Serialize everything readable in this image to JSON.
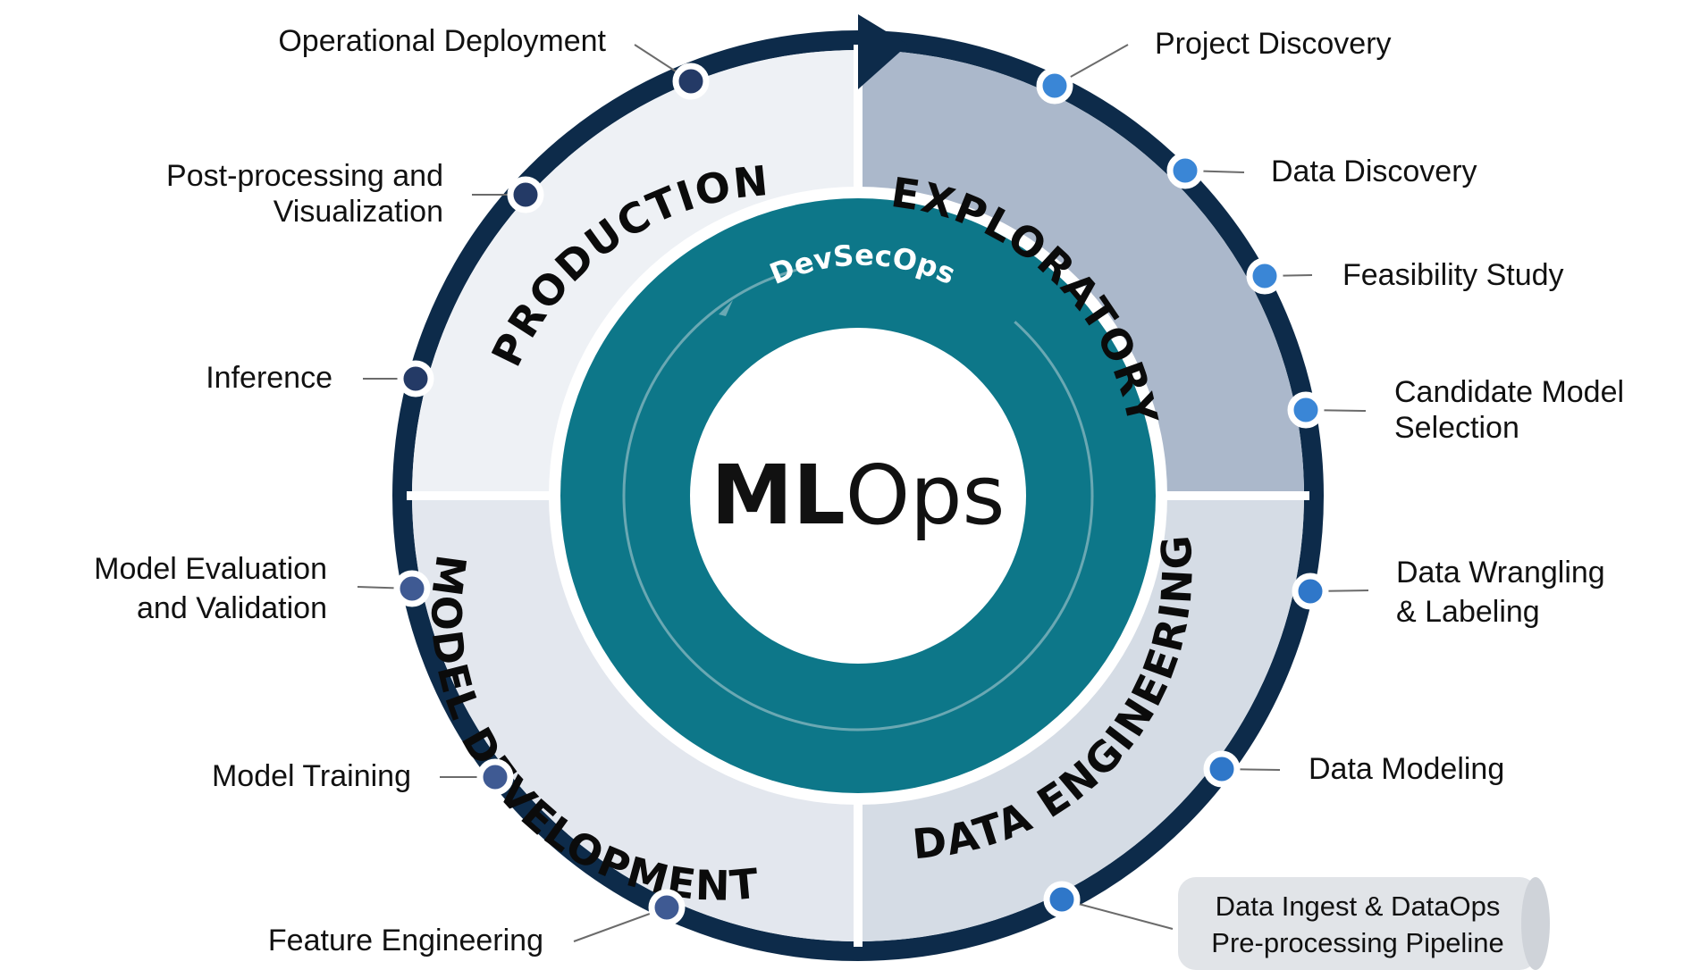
{
  "center": {
    "title_bold": "ML",
    "title_light": "Ops",
    "ring_label": "DevSecOps"
  },
  "phases": {
    "exploratory": "EXPLORATORY",
    "data_engineering": "DATA ENGINEERING",
    "model_development": "MODEL DEVELOPMENT",
    "production": "PRODUCTION"
  },
  "steps": {
    "project_discovery": "Project Discovery",
    "data_discovery": "Data Discovery",
    "feasibility_study": "Feasibility Study",
    "candidate_model_selection_1": "Candidate Model",
    "candidate_model_selection_2": "Selection",
    "data_wrangling_1": "Data Wrangling",
    "data_wrangling_2": "& Labeling",
    "data_modeling": "Data Modeling",
    "pipeline_1": "Data Ingest & DataOps",
    "pipeline_2": "Pre-processing Pipeline",
    "feature_engineering": "Feature Engineering",
    "model_training": "Model Training",
    "model_evaluation_1": "Model Evaluation",
    "model_evaluation_2": "and Validation",
    "inference": "Inference",
    "post_processing_1": "Post-processing and",
    "post_processing_2": "Visualization",
    "operational_deployment": "Operational Deployment"
  },
  "colors": {
    "ring_navy": "#0d2b4a",
    "teal": "#0d7789",
    "exploratory_fill": "#abb8cb",
    "data_engineering_fill": "#d5dce5",
    "model_development_fill": "#e3e7ee",
    "production_fill": "#eef1f5",
    "dot_blue": "#3a86d6",
    "dot_mid": "#3f5a93",
    "dot_dark": "#243a66"
  }
}
